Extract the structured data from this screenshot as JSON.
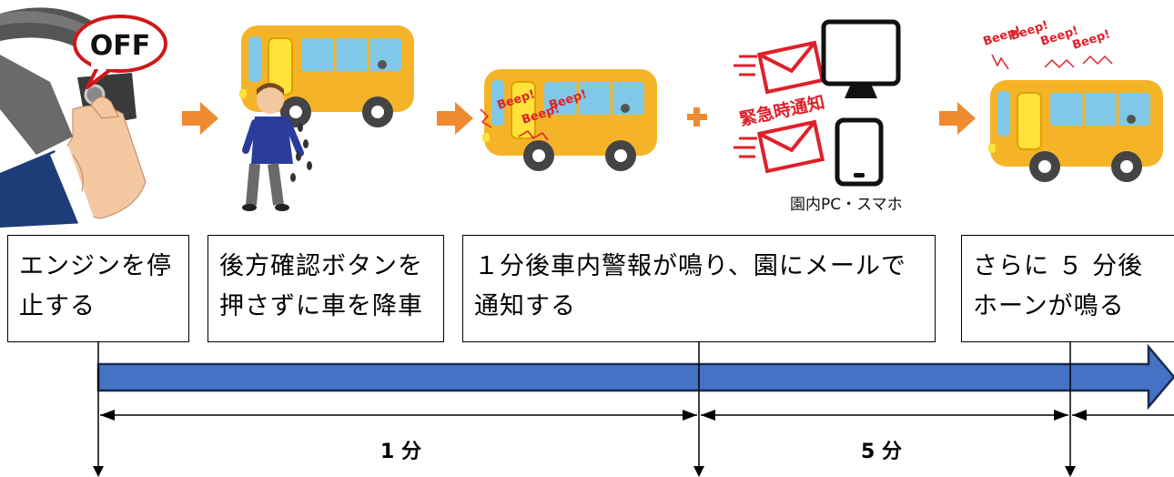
{
  "panels": {
    "off_label": "OFF",
    "beep": "Beep!",
    "alert_label": "緊急時通知",
    "device_caption": "園内PC・スマホ",
    "plus": "+"
  },
  "steps": [
    {
      "text": "エンジンを停止する"
    },
    {
      "text": "後方確認ボタンを押さずに車を降車"
    },
    {
      "text": "１分後車内警報が鳴り、園にメールで通知する"
    },
    {
      "text": "さらに ５ 分後ホーンが鳴る"
    }
  ],
  "timeline": {
    "intervals": [
      {
        "label": "1 分"
      },
      {
        "label": "5 分"
      }
    ]
  },
  "colors": {
    "bus": "#f5b428",
    "bus_window": "#7fc8e8",
    "bus_door": "#ffe23a",
    "arrow_orange": "#f08a30",
    "timeline_blue": "#4472c4",
    "alert_red": "#e0202a"
  }
}
